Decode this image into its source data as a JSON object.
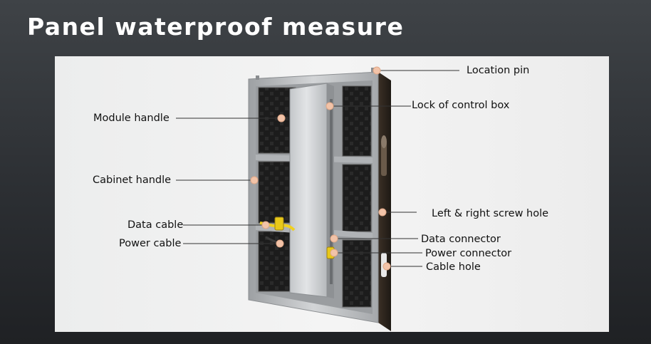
{
  "title": "Panel waterproof measure",
  "callouts": {
    "location_pin": "Location pin",
    "lock_of_control_box": "Lock of control box",
    "module_handle": "Module handle",
    "cabinet_handle": "Cabinet handle",
    "left_right_screw_hole": "Left & right screw hole",
    "data_cable": "Data cable",
    "power_cable": "Power cable",
    "data_connector": "Data connector",
    "power_connector": "Power connector",
    "cable_hole": "Cable hole"
  },
  "colors": {
    "background": "#2f3236",
    "title": "#ffffff",
    "panel": "#f0f0f0",
    "marker": "#f2c3a8",
    "frame": "#b9bcbf",
    "module": "#1e1e1e",
    "control_box": "#cfd2d4",
    "cable": "#f0d020"
  }
}
